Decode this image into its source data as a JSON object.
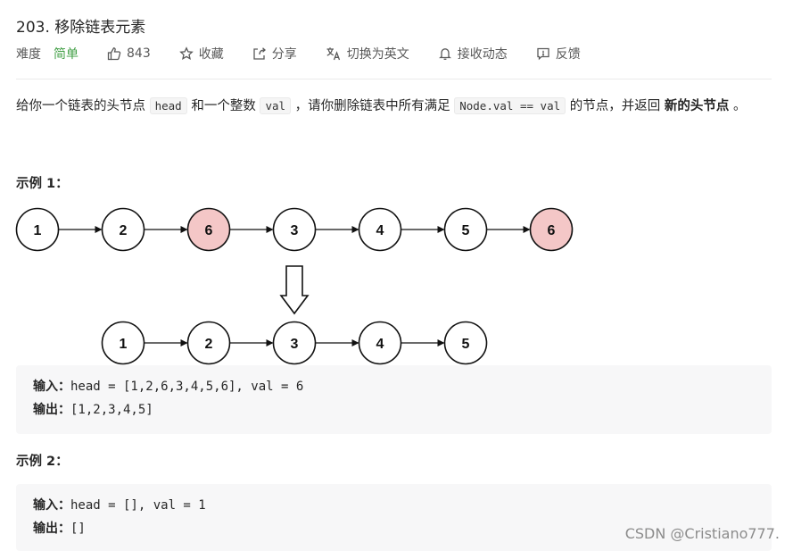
{
  "problem": {
    "title": "203. 移除链表元素"
  },
  "meta": {
    "difficulty_label": "难度",
    "difficulty_value": "简单",
    "likes": "843",
    "favorite_label": "收藏",
    "share_label": "分享",
    "switch_lang_label": "切换为英文",
    "subscribe_label": "接收动态",
    "feedback_label": "反馈",
    "difficulty_color": "#43a047"
  },
  "description": {
    "part1": "给你一个链表的头节点",
    "code1": "head",
    "part2": "和一个整数",
    "code2": "val",
    "part3": "，请你删除链表中所有满足",
    "code3": "Node.val == val",
    "part4": "的节点，并返回",
    "bold": "新的头节点",
    "part5": "。"
  },
  "example1": {
    "label": "示例 1：",
    "diagram": {
      "before": [
        "1",
        "2",
        "6",
        "3",
        "4",
        "5",
        "6"
      ],
      "removed_value": "6",
      "after": [
        "1",
        "2",
        "3",
        "4",
        "5"
      ],
      "removed_fill": "#f4c7c7"
    },
    "input_label": "输入：",
    "input_value": "head = [1,2,6,3,4,5,6], val = 6",
    "output_label": "输出：",
    "output_value": "[1,2,3,4,5]"
  },
  "example2": {
    "label": "示例 2：",
    "input_label": "输入：",
    "input_value": "head = [], val = 1",
    "output_label": "输出：",
    "output_value": "[]"
  },
  "watermark": "CSDN @Cristiano777."
}
